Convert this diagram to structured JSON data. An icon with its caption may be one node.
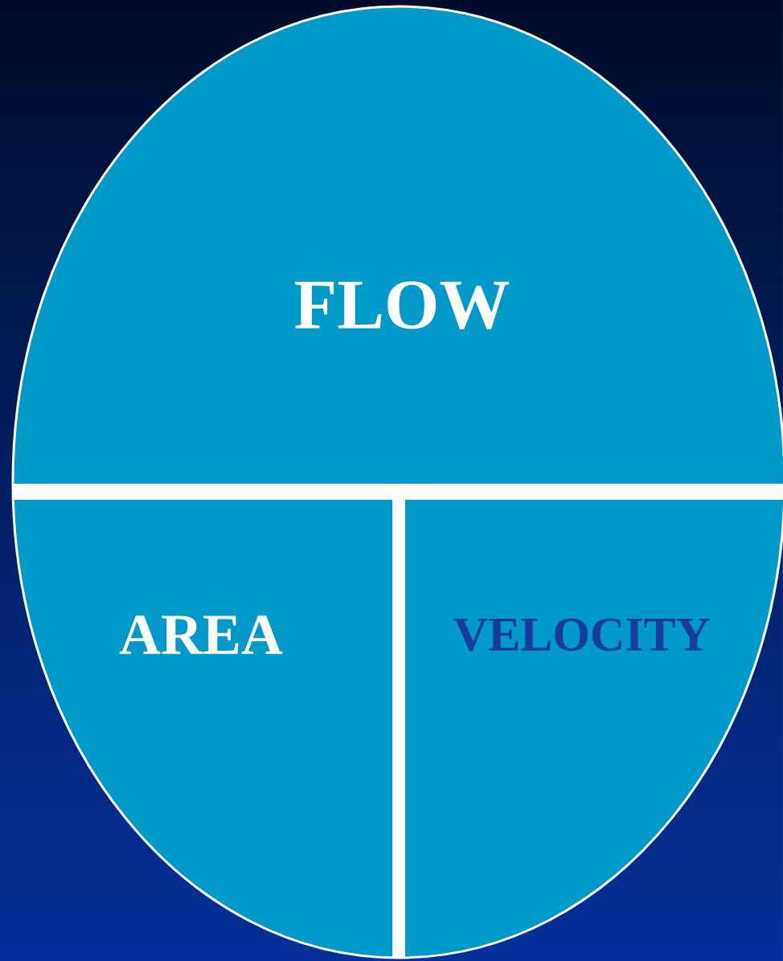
{
  "diagram": {
    "nodes": [
      {
        "text": [
          "FLOW"
        ]
      },
      {
        "text": [
          "AREA"
        ]
      },
      {
        "text": [
          "VELOCITY"
        ]
      }
    ]
  }
}
